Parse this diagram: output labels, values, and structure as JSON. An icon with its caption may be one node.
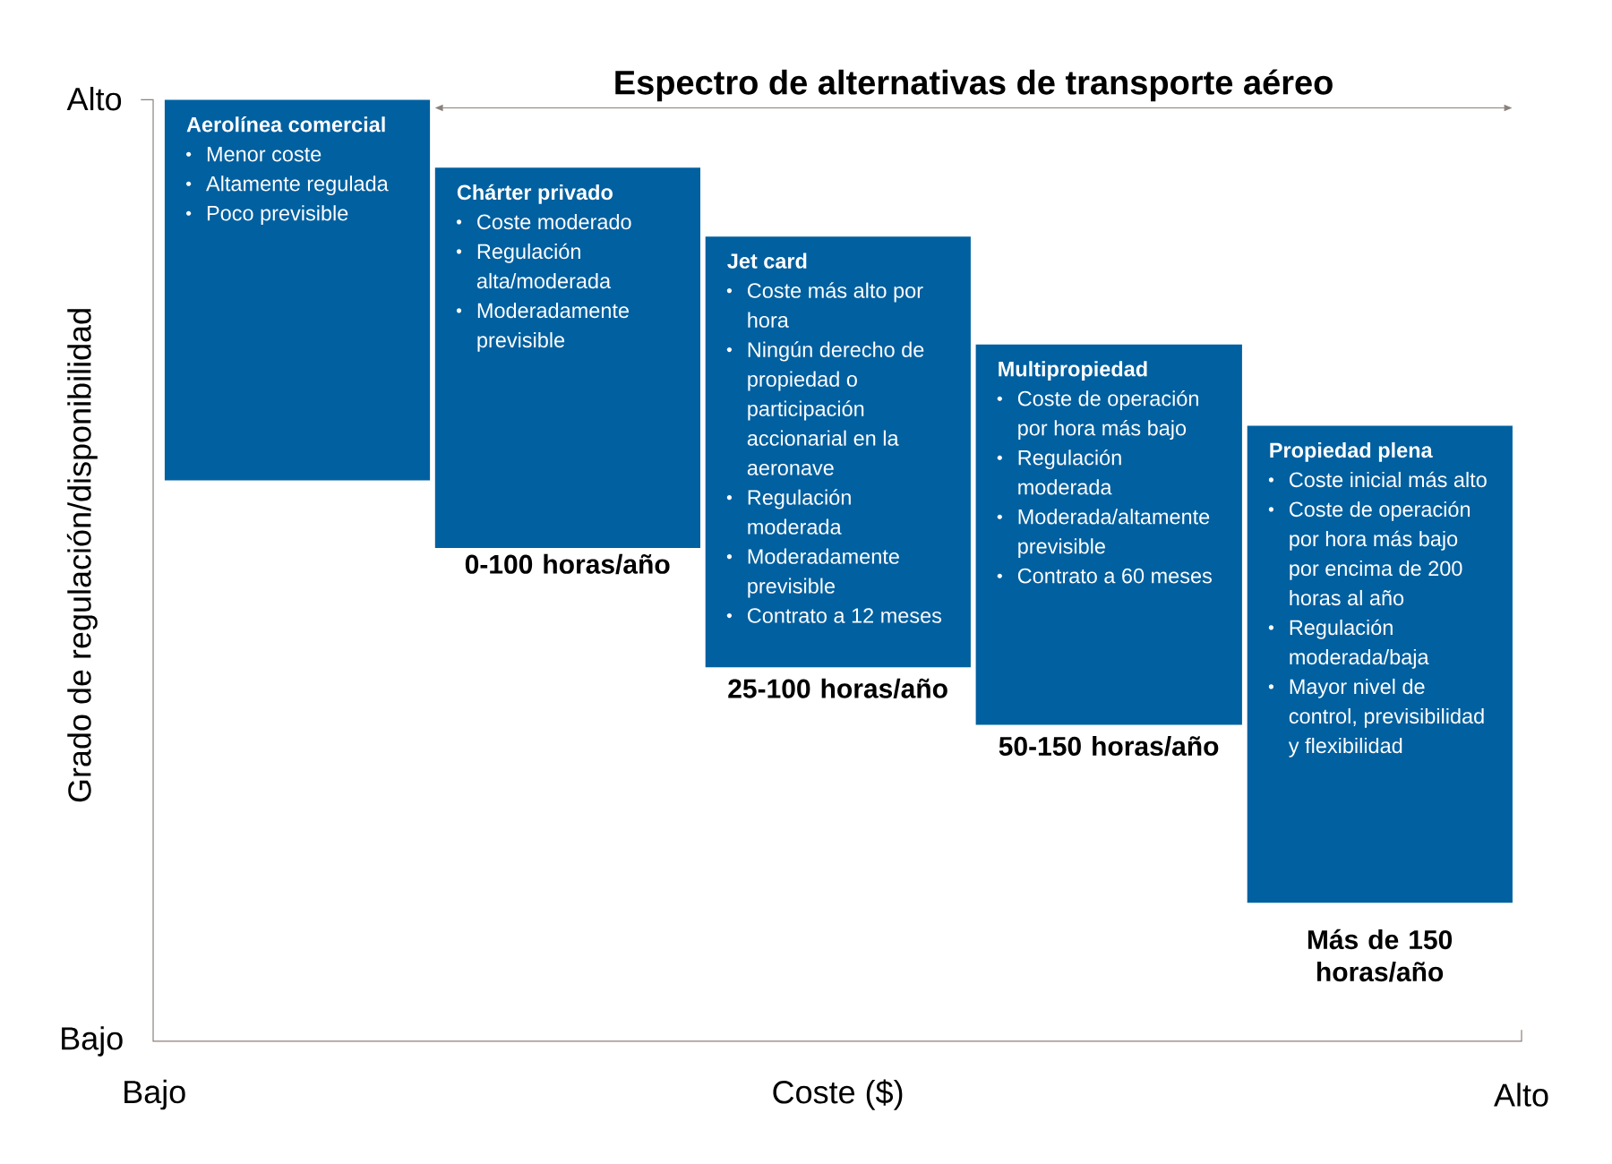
{
  "diagram": {
    "title": "Espectro de alternativas de transporte aéreo",
    "nodes": [
      {
        "text": [
          "Aerolínea comercial",
          "Menor coste",
          "Altamente regulada",
          "Poco previsible"
        ]
      },
      {
        "text": [
          "Chárter privado",
          "Coste moderado",
          "Regulación alta/moderada",
          "Moderadamente previsible"
        ],
        "beside": [
          "0-100 horas/año"
        ]
      },
      {
        "text": [
          "Jet card",
          "Coste más alto por hora",
          "Ningún derecho de propiedad o participación accionarial en la aeronave",
          "Regulación moderada",
          "Moderadamente previsible",
          "Contrato a 12 meses"
        ],
        "beside": [
          "25-100 horas/año"
        ]
      },
      {
        "text": [
          "Multipropiedad",
          "Coste de operación por hora más bajo",
          "Regulación moderada",
          "Moderada/altamente previsible",
          "Contrato a 60 meses"
        ],
        "beside": [
          "50-150 horas/año"
        ]
      },
      {
        "text": [
          "Propiedad plena",
          "Coste inicial más alto",
          "Coste de operación por hora más bajo por encima de 200 horas al año",
          "Regulación moderada/baja",
          "Mayor nivel de control, previsibilidad y flexibilidad"
        ],
        "beside": [
          "Más de 150 horas/año"
        ]
      }
    ],
    "labels": [
      "Alto",
      "Grado de regulación/disponibilidad",
      "Bajo",
      "Bajo",
      "Coste ($)",
      "Alto"
    ]
  }
}
